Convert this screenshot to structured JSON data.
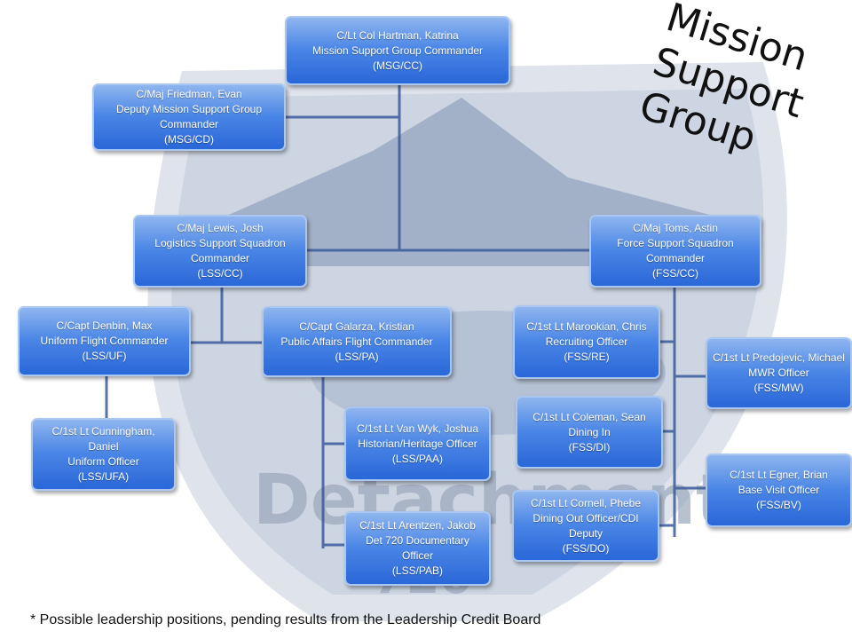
{
  "title": {
    "line1": "Mission",
    "line2": "Support",
    "line3": "Group"
  },
  "watermark": {
    "text": "Detachment",
    "number": "720"
  },
  "footnote": "* Possible leadership positions, pending results from the Leadership Credit Board",
  "nodes": {
    "msg_cc": {
      "lines": [
        "C/Lt Col Hartman, Katrina",
        "Mission Support Group Commander"
      ],
      "abbr": "(MSG/CC)"
    },
    "msg_cd": {
      "lines": [
        "C/Maj Friedman, Evan",
        "Deputy Mission Support Group Commander"
      ],
      "abbr": "(MSG/CD)"
    },
    "lss_cc": {
      "lines": [
        "C/Maj Lewis, Josh",
        "Logistics Support Squadron Commander"
      ],
      "abbr": "(LSS/CC)"
    },
    "fss_cc": {
      "lines": [
        "C/Maj Toms, Astin",
        "Force Support Squadron Commander"
      ],
      "abbr": "(FSS/CC)"
    },
    "lss_uf": {
      "lines": [
        "C/Capt Denbin, Max",
        "Uniform Flight Commander"
      ],
      "abbr": "(LSS/UF)"
    },
    "lss_pa": {
      "lines": [
        "C/Capt Galarza, Kristian",
        "Public Affairs Flight Commander"
      ],
      "abbr": "(LSS/PA)"
    },
    "lss_ufa": {
      "lines": [
        "C/1st Lt Cunningham, Daniel",
        "Uniform Officer"
      ],
      "abbr": "(LSS/UFA)"
    },
    "lss_paa": {
      "lines": [
        "C/1st Lt Van Wyk, Joshua",
        "Historian/Heritage Officer"
      ],
      "abbr": "(LSS/PAA)"
    },
    "lss_pab": {
      "lines": [
        "C/1st Lt Arentzen, Jakob",
        "Det 720 Documentary Officer"
      ],
      "abbr": "(LSS/PAB)"
    },
    "fss_re": {
      "lines": [
        "C/1st Lt Marookian, Chris",
        "Recruiting Officer"
      ],
      "abbr": "(FSS/RE)"
    },
    "fss_di": {
      "lines": [
        "C/1st Lt Coleman, Sean",
        "Dining In"
      ],
      "abbr": "(FSS/DI)"
    },
    "fss_do": {
      "lines": [
        "C/1st Lt Cornell, Phebe",
        "Dining Out Officer/CDI Deputy"
      ],
      "abbr": "(FSS/DO)"
    },
    "fss_mw": {
      "lines": [
        "C/1st Lt Predojevic, Michael",
        "MWR Officer"
      ],
      "abbr": "(FSS/MW)"
    },
    "fss_bv": {
      "lines": [
        "C/1st Lt Egner, Brian",
        "Base Visit Officer"
      ],
      "abbr": "(FSS/BV)"
    }
  },
  "colors": {
    "box_top": "#8fb5ef",
    "box_bottom": "#2a67d8",
    "connector": "#3a5a9a",
    "shield": "#c9d2e2"
  }
}
